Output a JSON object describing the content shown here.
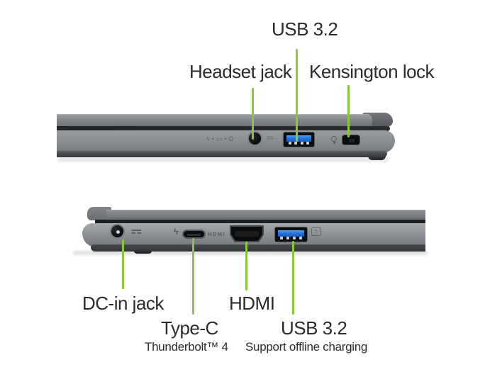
{
  "accent_color": "#8CC540",
  "text_color": "#2B2B2B",
  "background_color": "#FFFFFF",
  "usb_blue_color": "#2674DD",
  "top_view": {
    "callouts": {
      "usb": {
        "label": "USB 3.2"
      },
      "headset": {
        "label": "Headset jack"
      },
      "kensington": {
        "label": "Kensington lock"
      }
    },
    "chassis_icons": {
      "power_led": "ϟ",
      "battery_led": "▭",
      "led_dot": "•",
      "headset": "Ω",
      "usb_ss": "SS↔"
    }
  },
  "bottom_view": {
    "callouts": {
      "dc_in": {
        "label": "DC-in jack"
      },
      "type_c": {
        "label": "Type-C",
        "sublabel": "Thunderbolt™ 4"
      },
      "hdmi": {
        "label": "HDMI"
      },
      "usb": {
        "label": "USB 3.2",
        "sublabel": "Support offline charging"
      }
    },
    "chassis_icons": {
      "thunderbolt": "ϟ",
      "hdmi_embossed": "HDMI"
    }
  }
}
